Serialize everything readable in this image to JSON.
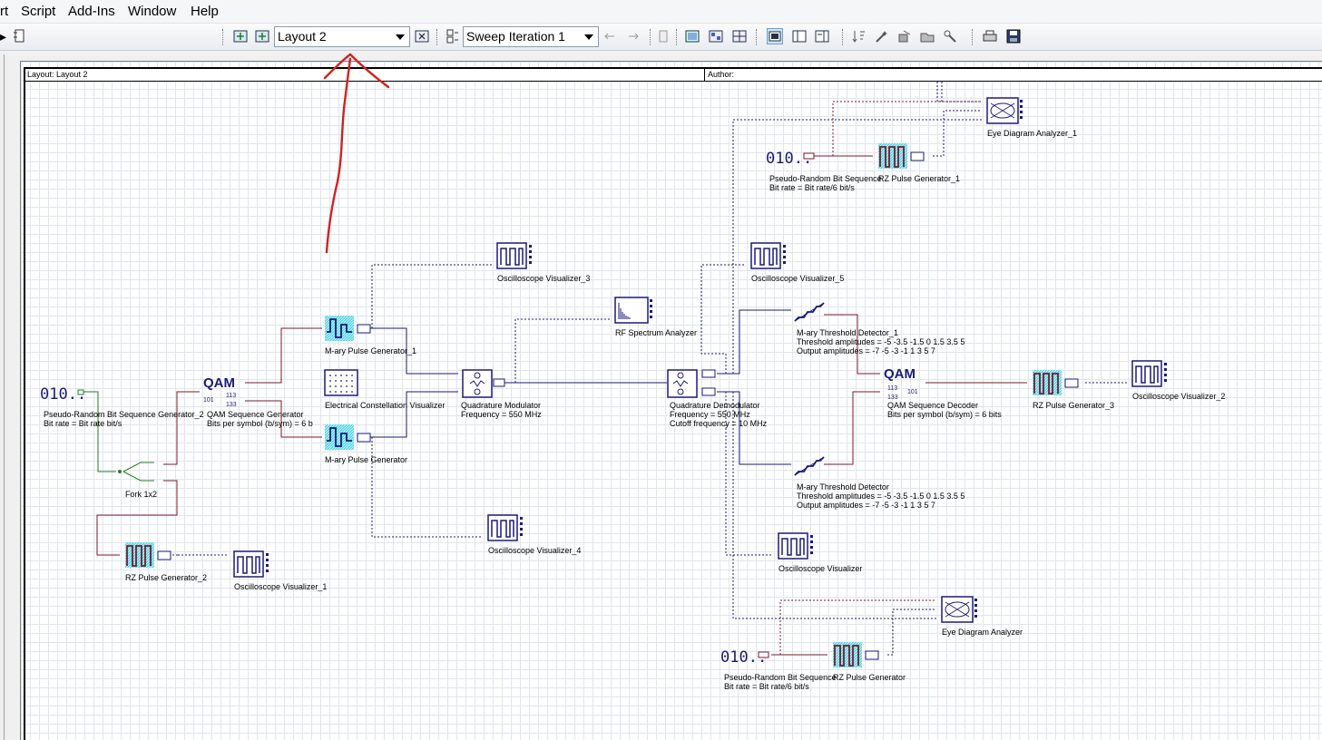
{
  "menu": [
    "rt",
    "Script",
    "Add-Ins",
    "Window",
    "Help"
  ],
  "toolbar": {
    "layout_combo": "Layout 2",
    "sweep_combo": "Sweep Iteration 1"
  },
  "layout_header": {
    "layout_label": "Layout: Layout 2",
    "author_label": "Author:"
  },
  "components": {
    "prbs_main": [
      "Pseudo-Random Bit Sequence Generator_2",
      "Bit rate = Bit rate  bit/s"
    ],
    "qam_gen": [
      "QAM Sequence Generator",
      "Bits per symbol (b/sym) = 6  b"
    ],
    "fork": [
      "Fork 1x2"
    ],
    "rz2": [
      "RZ Pulse Generator_2"
    ],
    "osc1": [
      "Oscilloscope Visualizer_1"
    ],
    "mary1": [
      "M-ary Pulse Generator_1"
    ],
    "ecv": [
      "Electrical Constellation Visualizer"
    ],
    "mary": [
      "M-ary Pulse Generator"
    ],
    "osc3": [
      "Oscilloscope Visualizer_3"
    ],
    "osc4": [
      "Oscilloscope Visualizer_4"
    ],
    "qmod": [
      "Quadrature Modulator",
      "Frequency = 550  MHz"
    ],
    "rfspec": [
      "RF Spectrum Analyzer"
    ],
    "qdemod": [
      "Quadrature Demodulator",
      "Frequency = 550  MHz",
      "Cutoff frequency = 10  MHz"
    ],
    "osc5": [
      "Oscilloscope Visualizer_5"
    ],
    "thr1": [
      "M-ary Threshold Detector_1",
      "Threshold amplitudes = -5 -3.5 -1.5 0 1.5 3.5 5",
      "Output amplitudes = -7 -5 -3 -1 1 3 5 7"
    ],
    "thr": [
      "M-ary Threshold Detector",
      "Threshold amplitudes = -5 -3.5 -1.5 0 1.5 3.5 5",
      "Output amplitudes = -7 -5 -3 -1 1 3 5 7"
    ],
    "qamdec": [
      "QAM Sequence Decoder",
      "Bits per symbol (b/sym) = 6  bits"
    ],
    "rz3": [
      "RZ Pulse Generator_3"
    ],
    "osc2": [
      "Oscilloscope Visualizer_2"
    ],
    "osc": [
      "Oscilloscope Visualizer"
    ],
    "eye1": [
      "Eye Diagram Analyzer_1"
    ],
    "prbs1": [
      "Pseudo-Random Bit Sequence",
      "Bit rate = Bit rate/6  bit/s"
    ],
    "rz1": [
      "RZ Pulse Generator_1"
    ],
    "eye": [
      "Eye Diagram Analyzer"
    ],
    "prbs0": [
      "Pseudo-Random Bit Sequence",
      "Bit rate = Bit rate/6  bit/s"
    ],
    "rz0": [
      "RZ Pulse Generator"
    ]
  },
  "icon_text": {
    "bits": "010..",
    "qam": "QAM",
    "sym_in": "101",
    "sym_out1": "113",
    "sym_out2": "133"
  },
  "colors": {
    "electrical": "#1a1a7a",
    "binary": "#7a1a2a",
    "optical": "#2a7a2a",
    "annotation": "#d42020"
  }
}
